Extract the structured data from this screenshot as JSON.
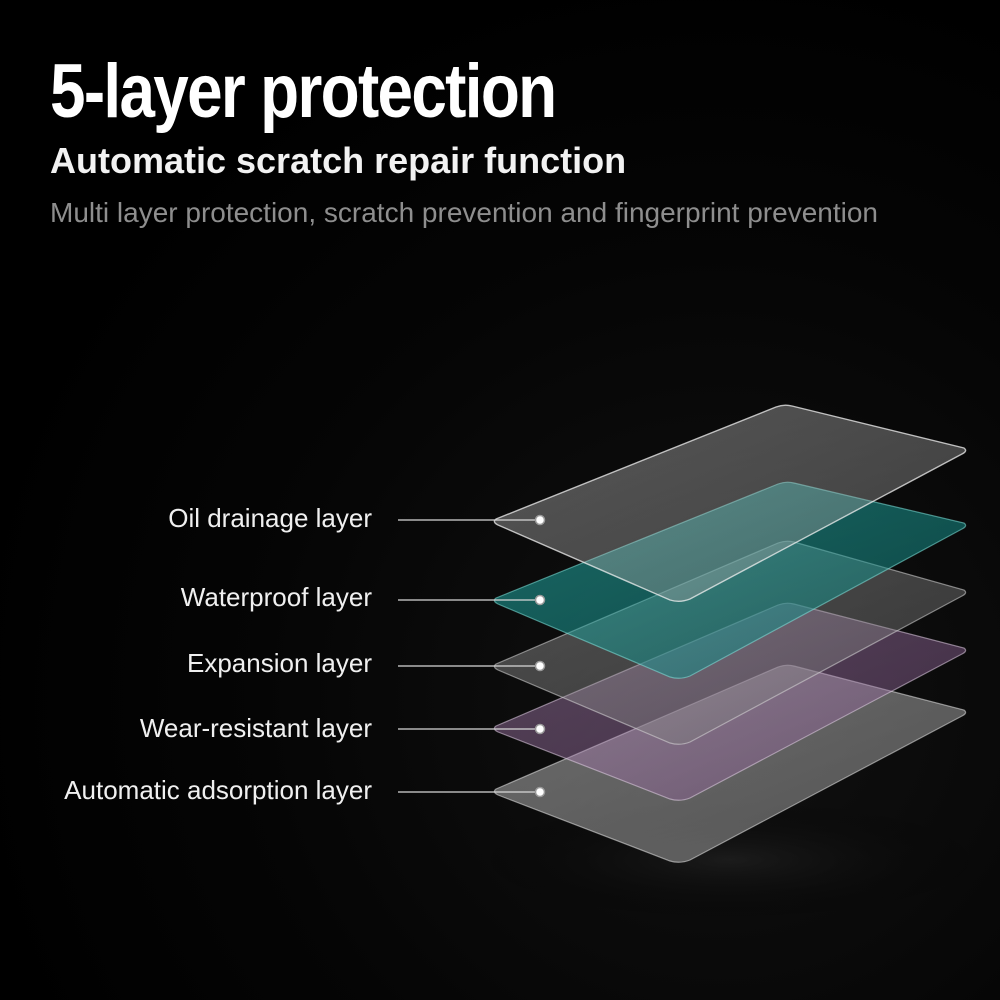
{
  "header": {
    "title": "5-layer protection",
    "subtitle": "Automatic scratch repair function",
    "description": "Multi layer protection, scratch prevention and fingerprint prevention"
  },
  "layers": [
    {
      "label": "Oil drainage layer"
    },
    {
      "label": "Waterproof layer"
    },
    {
      "label": "Expansion layer"
    },
    {
      "label": "Wear-resistant layer"
    },
    {
      "label": "Automatic adsorption layer"
    }
  ],
  "colors": {
    "background": "#000000",
    "title": "#ffffff",
    "subtitle": "#f2f2f2",
    "description": "#8e8e8e",
    "oil_drainage": "#9a9a9a",
    "waterproof": "#1aa6a0",
    "expansion": "#8a8a8a",
    "wear_resistant": "#9c6fa0",
    "adsorption": "#a8a8a8"
  }
}
